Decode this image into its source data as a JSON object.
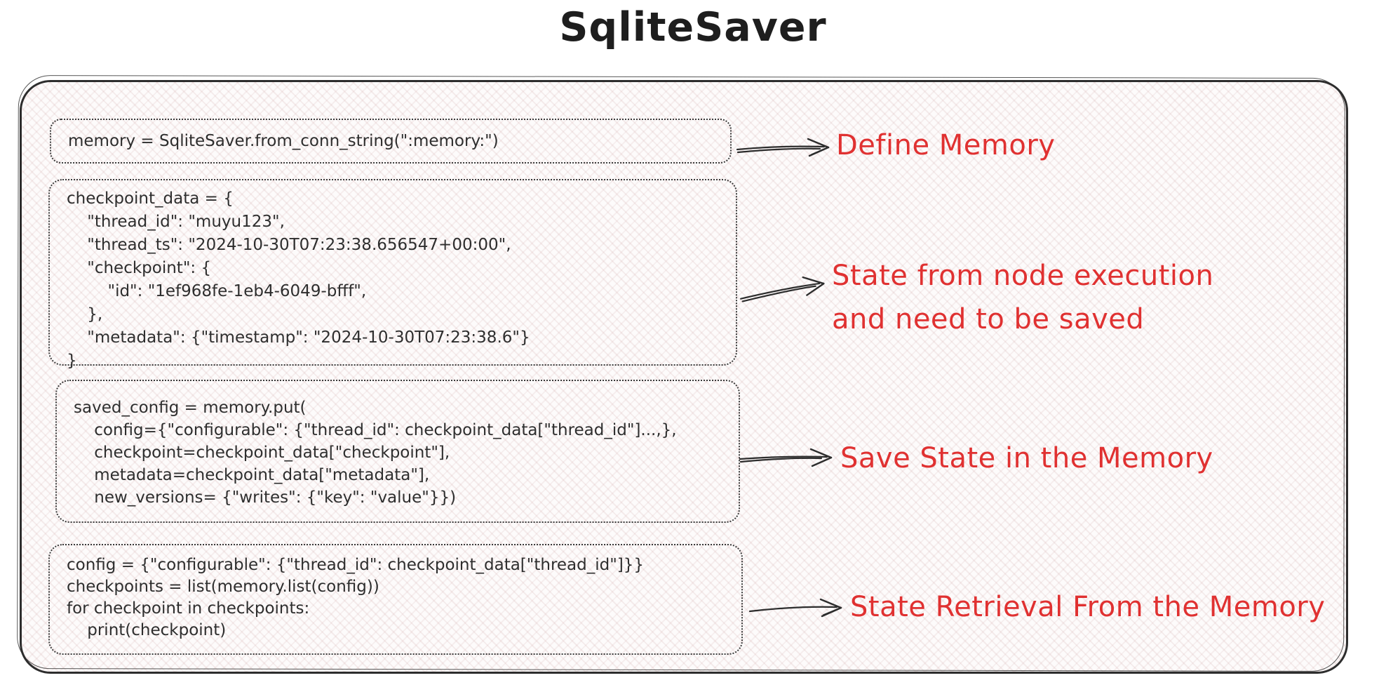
{
  "title": "SqliteSaver",
  "colors": {
    "annotation_red": "#e03131",
    "ink": "#2d2d2d",
    "code_ink": "#2e2e2e"
  },
  "code_blocks": [
    {
      "name": "define-memory",
      "lines": [
        "memory = SqliteSaver.from_conn_string(\":memory:\")"
      ]
    },
    {
      "name": "checkpoint-data",
      "lines": [
        "checkpoint_data = {",
        "    \"thread_id\": \"muyu123\",",
        "    \"thread_ts\": \"2024-10-30T07:23:38.656547+00:00\",",
        "    \"checkpoint\": {",
        "        \"id\": \"1ef968fe-1eb4-6049-bfff\",",
        "    },",
        "    \"metadata\": {\"timestamp\": \"2024-10-30T07:23:38.6\"}",
        "}"
      ]
    },
    {
      "name": "save-state",
      "lines": [
        "saved_config = memory.put(",
        "    config={\"configurable\": {\"thread_id\": checkpoint_data[\"thread_id\"]...,},",
        "    checkpoint=checkpoint_data[\"checkpoint\"],",
        "    metadata=checkpoint_data[\"metadata\"],",
        "    new_versions= {\"writes\": {\"key\": \"value\"}})"
      ]
    },
    {
      "name": "retrieve-state",
      "lines": [
        "config = {\"configurable\": {\"thread_id\": checkpoint_data[\"thread_id\"]}}",
        "checkpoints = list(memory.list(config))",
        "for checkpoint in checkpoints:",
        "    print(checkpoint)"
      ]
    }
  ],
  "annotations": [
    {
      "label": "Define Memory"
    },
    {
      "label": "State from node execution\nand need to be saved"
    },
    {
      "label": "Save State in the Memory"
    },
    {
      "label": "State Retrieval From the Memory"
    }
  ]
}
